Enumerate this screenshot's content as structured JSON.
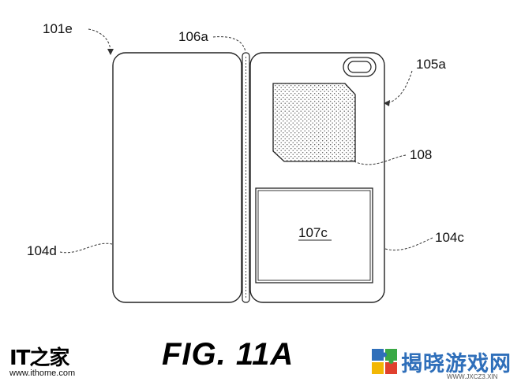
{
  "labels": {
    "device_left_ref": "101e",
    "hinge_ref": "106a",
    "device_right_ref": "105a",
    "camera_block_ref": "108",
    "left_edge_ref": "104d",
    "right_edge_ref": "104c",
    "window_ref": "107c"
  },
  "caption": "FIG. 11A",
  "watermarks": {
    "ithome_mark": "IT之家",
    "ithome_url": "www.ithome.com",
    "site_name": "揭晓游戏网",
    "site_url": "WWW.JXCZ3.XIN"
  },
  "colors": {
    "line": "#222222",
    "stipple": "#555555",
    "brand_blue": "#2f6fba",
    "brand_green": "#39a845",
    "brand_yellow": "#f2b705",
    "brand_red": "#e0402e"
  }
}
